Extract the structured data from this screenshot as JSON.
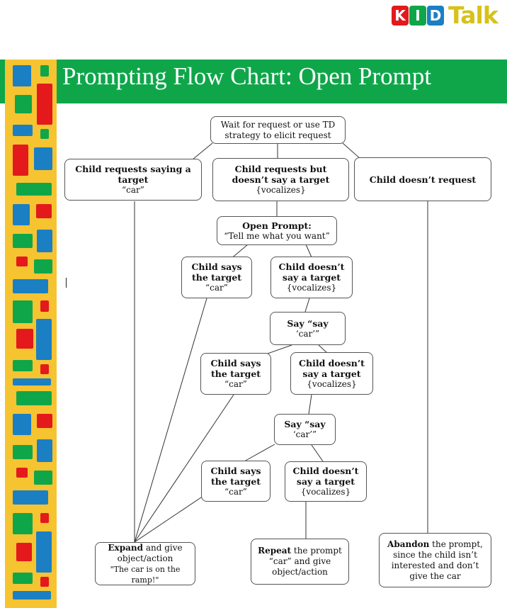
{
  "logo": {
    "letters": [
      "K",
      "I",
      "D"
    ],
    "suffix": "Talk"
  },
  "title": "Prompting Flow Chart: Open Prompt",
  "colors": {
    "green": "#0fa64a",
    "yellow": "#f6c331",
    "blue": "#1b7fc4",
    "red": "#e3191c"
  },
  "nodes": {
    "start": {
      "line1": "Wait for request or use TD",
      "line2": "strategy to elicit request"
    },
    "child_requests_target": {
      "bold1": "Child requests saying a",
      "bold2": "target",
      "sub": "“car”"
    },
    "child_requests_but": {
      "bold1": "Child requests but",
      "bold2": "doesn’t say a target",
      "sub": "{vocalizes}"
    },
    "child_doesnt_request": {
      "bold1": "Child doesn’t request"
    },
    "open_prompt": {
      "bold1": "Open Prompt:",
      "sub": "“Tell me what you want”"
    },
    "says_1": {
      "bold1": "Child says",
      "bold2": "the target",
      "sub": "“car”"
    },
    "doesnt_1": {
      "bold1": "Child doesn’t",
      "bold2": "say a target",
      "sub": "{vocalizes}"
    },
    "say_say_1": {
      "bold1": "Say “say",
      "sub": "‘car’”"
    },
    "says_2": {
      "bold1": "Child says",
      "bold2": "the target",
      "sub": "“car”"
    },
    "doesnt_2": {
      "bold1": "Child doesn’t",
      "bold2": "say a target",
      "sub": "{vocalizes}"
    },
    "say_say_2": {
      "bold1": "Say “say",
      "sub": "‘car’”"
    },
    "says_3": {
      "bold1": "Child says",
      "bold2": "the target",
      "sub": "“car”"
    },
    "doesnt_3": {
      "bold1": "Child doesn’t",
      "bold2": "say a target",
      "sub": "{vocalizes}"
    },
    "expand": {
      "bold1": "Expand",
      "rest1": " and give",
      "line2": "object/action",
      "line3": "\"The car is on the ramp!\""
    },
    "repeat": {
      "bold1": "Repeat",
      "rest1": " the prompt",
      "line2": "“car” and give",
      "line3": "object/action"
    },
    "abandon": {
      "bold1": "Abandon",
      "rest1": " the prompt,",
      "line2": "since the child isn’t",
      "line3": "interested and don’t",
      "line4": "give the car"
    }
  }
}
